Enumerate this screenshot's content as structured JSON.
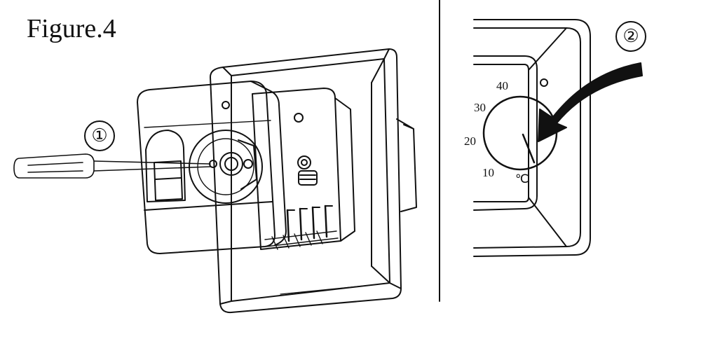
{
  "figure": {
    "caption": "Figure.4",
    "steps": [
      {
        "label": "①"
      },
      {
        "label": "②"
      }
    ],
    "dial": {
      "ticks": [
        "40",
        "30",
        "20",
        "10"
      ],
      "unit": "℃"
    },
    "colors": {
      "line": "#111111",
      "background": "#ffffff"
    }
  }
}
